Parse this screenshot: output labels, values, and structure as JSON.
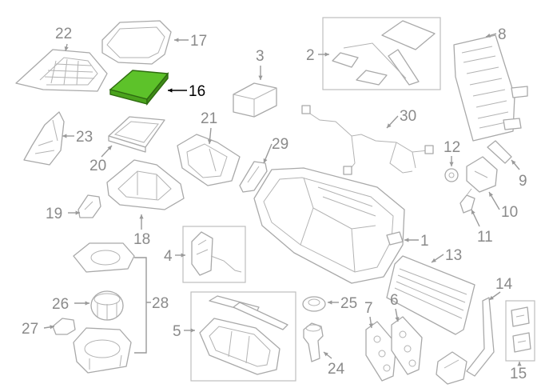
{
  "diagram": {
    "highlight_color": "#5dc22a",
    "highlighted_part": "16",
    "callouts": [
      {
        "id": "c1",
        "label": "1"
      },
      {
        "id": "c2",
        "label": "2"
      },
      {
        "id": "c3",
        "label": "3"
      },
      {
        "id": "c4",
        "label": "4"
      },
      {
        "id": "c5",
        "label": "5"
      },
      {
        "id": "c6",
        "label": "6"
      },
      {
        "id": "c7",
        "label": "7"
      },
      {
        "id": "c8",
        "label": "8"
      },
      {
        "id": "c9",
        "label": "9"
      },
      {
        "id": "c10",
        "label": "10"
      },
      {
        "id": "c11",
        "label": "11"
      },
      {
        "id": "c12",
        "label": "12"
      },
      {
        "id": "c13",
        "label": "13"
      },
      {
        "id": "c14",
        "label": "14"
      },
      {
        "id": "c15",
        "label": "15"
      },
      {
        "id": "c16",
        "label": "16"
      },
      {
        "id": "c17",
        "label": "17"
      },
      {
        "id": "c18",
        "label": "18"
      },
      {
        "id": "c19",
        "label": "19"
      },
      {
        "id": "c20",
        "label": "20"
      },
      {
        "id": "c21",
        "label": "21"
      },
      {
        "id": "c22",
        "label": "22"
      },
      {
        "id": "c23",
        "label": "23"
      },
      {
        "id": "c24",
        "label": "24"
      },
      {
        "id": "c25",
        "label": "25"
      },
      {
        "id": "c26",
        "label": "26"
      },
      {
        "id": "c27",
        "label": "27"
      },
      {
        "id": "c28",
        "label": "28"
      },
      {
        "id": "c29",
        "label": "29"
      },
      {
        "id": "c30",
        "label": "30"
      }
    ]
  }
}
